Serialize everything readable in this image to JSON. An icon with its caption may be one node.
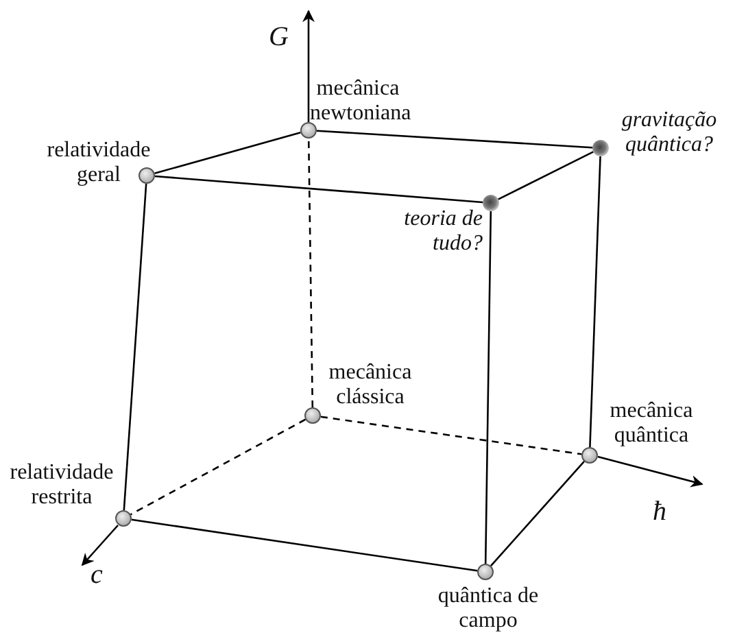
{
  "diagram": {
    "nodes": [
      {
        "text": [],
        "shape": "circle",
        "beside": [
          "mecânica newtoniana"
        ]
      },
      {
        "text": [],
        "shape": "circle",
        "beside": [
          "relatividade geral"
        ]
      },
      {
        "text": [],
        "shape": "circle",
        "beside": [
          "gravitação quântica?"
        ]
      },
      {
        "text": [],
        "shape": "circle",
        "beside": [
          "teoria de tudo?"
        ]
      },
      {
        "text": [],
        "shape": "circle",
        "beside": [
          "mecânica clássica"
        ]
      },
      {
        "text": [],
        "shape": "circle",
        "beside": [
          "mecânica quântica"
        ]
      },
      {
        "text": [],
        "shape": "circle",
        "beside": [
          "relatividade restrita"
        ]
      },
      {
        "text": [],
        "shape": "circle",
        "beside": [
          "quântica de campo"
        ]
      }
    ],
    "edges": [
      {
        "from": 1,
        "to": 0,
        "arrow": "none"
      },
      {
        "from": 0,
        "to": 2,
        "arrow": "none"
      },
      {
        "from": 1,
        "to": 3,
        "arrow": "none"
      },
      {
        "from": 3,
        "to": 2,
        "arrow": "none"
      },
      {
        "from": 1,
        "to": 6,
        "arrow": "none"
      },
      {
        "from": 3,
        "to": 7,
        "arrow": "none"
      },
      {
        "from": 2,
        "to": 5,
        "arrow": "none"
      },
      {
        "from": 6,
        "to": 7,
        "arrow": "none"
      },
      {
        "from": 7,
        "to": 5,
        "arrow": "none"
      },
      {
        "from": 4,
        "to": 0,
        "arrow": "none",
        "style": "dashed"
      },
      {
        "from": 4,
        "to": 6,
        "arrow": "none",
        "style": "dashed"
      },
      {
        "from": 4,
        "to": 5,
        "arrow": "none",
        "style": "dashed"
      }
    ],
    "labels": [
      "G",
      "ħ",
      "c"
    ]
  }
}
